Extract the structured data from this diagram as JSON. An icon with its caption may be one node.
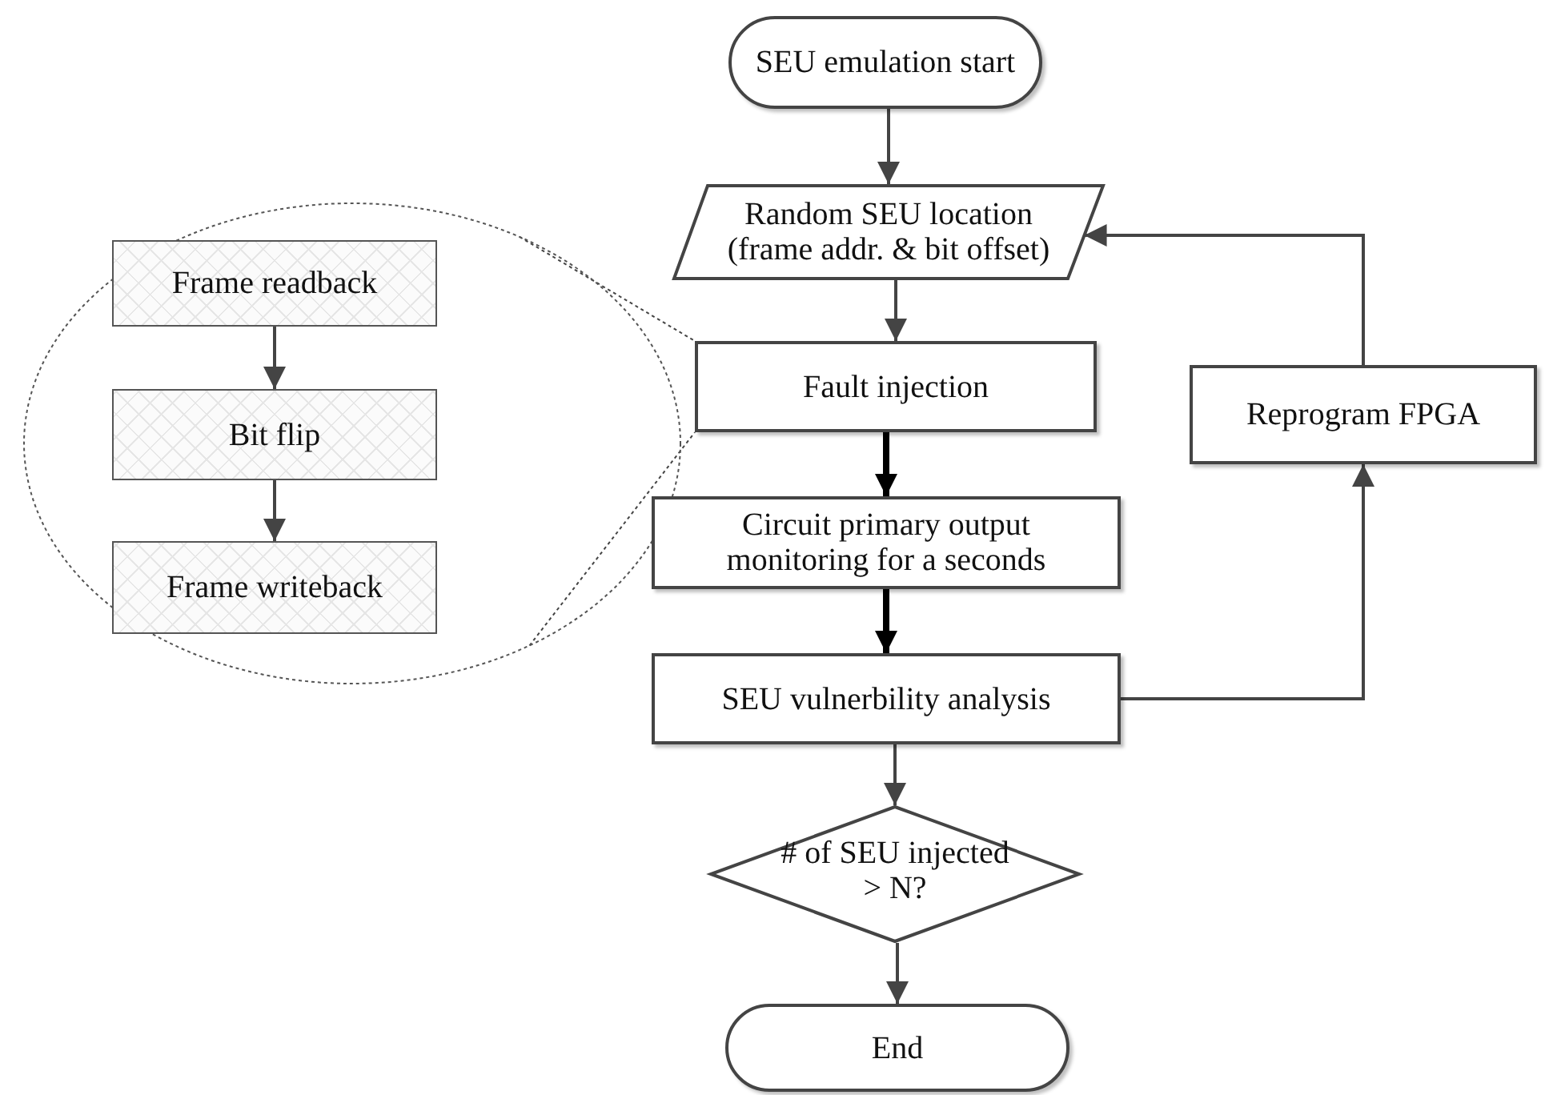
{
  "diagram": {
    "nodes": [
      {
        "text": [
          "SEU emulation start"
        ]
      },
      {
        "text": [
          "Random SEU location (frame addr. & bit offset)"
        ]
      },
      {
        "text": [],
        "shape": "circle"
      },
      {
        "text": [
          "Frame readback"
        ],
        "in": 2
      },
      {
        "text": [
          "Bit flip"
        ],
        "in": 2
      },
      {
        "text": [
          "Frame writeback"
        ],
        "in": 2
      },
      {
        "text": [
          "Fault injection"
        ]
      },
      {
        "text": [
          "Reprogram FPGA"
        ]
      },
      {
        "text": [
          "Circuit primary output monitoring for a seconds"
        ]
      },
      {
        "text": [
          "SEU vulnerbility analysis"
        ]
      },
      {
        "text": [
          "# of SEU injected > N?"
        ]
      },
      {
        "text": [
          "End"
        ]
      }
    ],
    "edges": [
      {
        "from": 0,
        "to": 1,
        "arrow": "to"
      },
      {
        "from": 1,
        "to": 6,
        "arrow": "to"
      },
      {
        "from": 6,
        "to": 8,
        "arrow": "to",
        "style": "thick",
        "color": "#000000"
      },
      {
        "from": 8,
        "to": 9,
        "arrow": "to",
        "style": "thick",
        "color": "#000000"
      },
      {
        "from": 9,
        "to": 10,
        "arrow": "to"
      },
      {
        "from": 10,
        "to": 11,
        "arrow": "to"
      },
      {
        "from": 9,
        "to": 7,
        "arrow": "to"
      },
      {
        "from": 7,
        "to": 1,
        "arrow": "to"
      },
      {
        "from": 3,
        "to": 4,
        "arrow": "to"
      },
      {
        "from": 4,
        "to": 5,
        "arrow": "to"
      },
      {
        "from": 2,
        "to": 6,
        "arrow": "none",
        "style": "dashed"
      },
      {
        "from": 2,
        "to": 6,
        "arrow": "none",
        "style": "dashed"
      }
    ]
  }
}
